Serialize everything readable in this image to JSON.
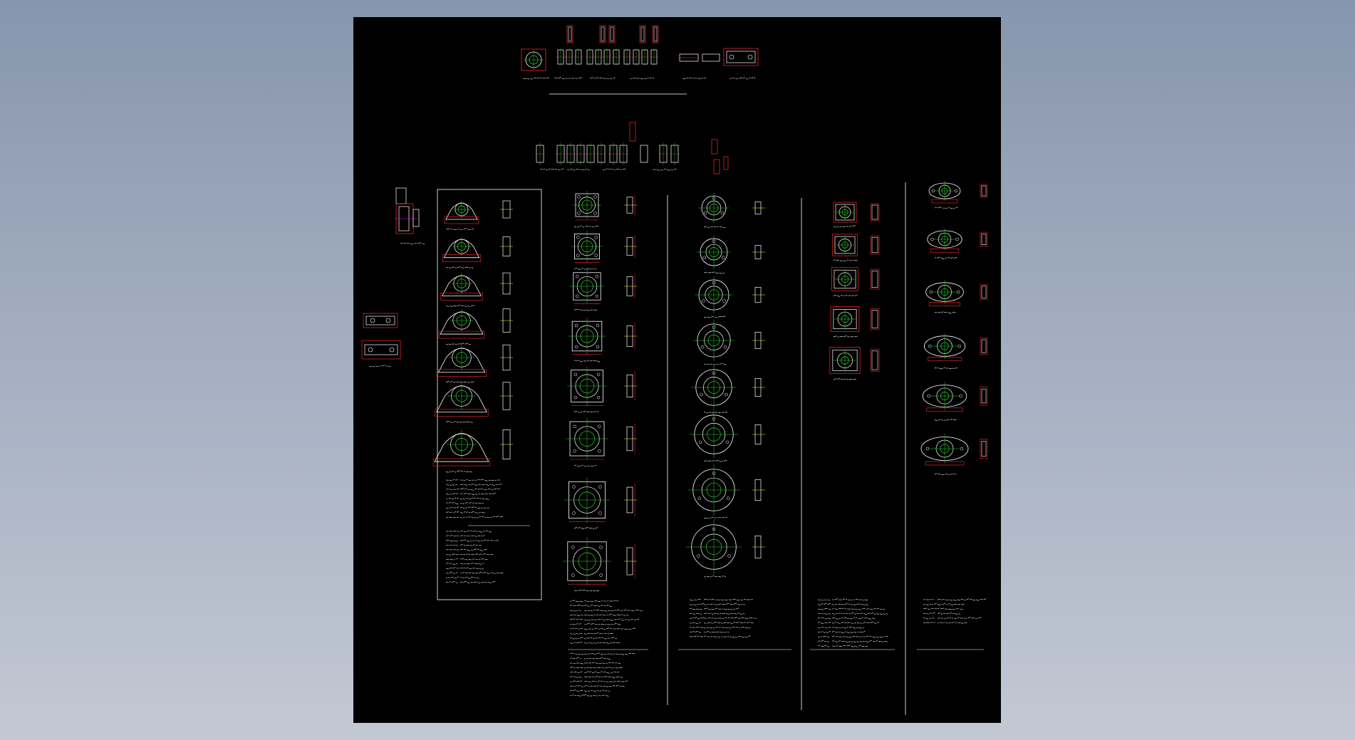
{
  "viewer": {
    "background_top": "#8796ad",
    "background_bottom": "#c3c8d3",
    "sheet_background": "#000000"
  },
  "colors": {
    "outline": "#ffffff",
    "dimension": "#ff2a2a",
    "centerline": "#26d926",
    "hatch": "#ffff33",
    "accent": "#ff00ff"
  },
  "sheet": {
    "sections": [
      {
        "name": "pillow-block-units",
        "item_count": 7
      },
      {
        "name": "square-flange-units",
        "item_count": 8
      },
      {
        "name": "round-flange-units",
        "item_count": 8
      },
      {
        "name": "take-up-units",
        "item_count": 5
      },
      {
        "name": "oval-flange-units",
        "item_count": 6
      }
    ]
  }
}
